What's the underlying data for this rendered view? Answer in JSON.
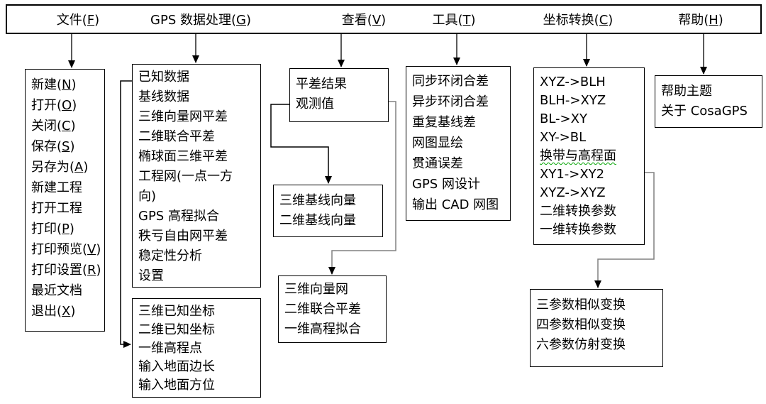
{
  "menubar": {
    "items": [
      {
        "pre": "文件(",
        "key": "F",
        "post": ")"
      },
      {
        "pre": "GPS 数据处理(",
        "key": "G",
        "post": ")"
      },
      {
        "pre": "查看(",
        "key": "V",
        "post": ")"
      },
      {
        "pre": "工具(",
        "key": "T",
        "post": ")"
      },
      {
        "pre": "坐标转换(",
        "key": "C",
        "post": ")"
      },
      {
        "pre": "帮助(",
        "key": "H",
        "post": ")"
      }
    ]
  },
  "boxes": {
    "file": {
      "items": [
        {
          "pre": "新建(",
          "key": "N",
          "post": ")"
        },
        {
          "pre": "打开(",
          "key": "O",
          "post": ")"
        },
        {
          "pre": "关闭(",
          "key": "C",
          "post": ")"
        },
        {
          "pre": "保存(",
          "key": "S",
          "post": ")"
        },
        {
          "pre": "另存为(",
          "key": "A",
          "post": ")"
        },
        {
          "text": "新建工程"
        },
        {
          "text": "打开工程"
        },
        {
          "pre": "打印(",
          "key": "P",
          "post": ")"
        },
        {
          "pre": "打印预览(",
          "key": "V",
          "post": ")"
        },
        {
          "pre": "打印设置(",
          "key": "R",
          "post": ")"
        },
        {
          "text": "最近文档"
        },
        {
          "pre": "退出(",
          "key": "X",
          "post": ")"
        }
      ]
    },
    "gps": {
      "items": [
        {
          "text": "已知数据"
        },
        {
          "text": "基线数据"
        },
        {
          "text": "三维向量网平差"
        },
        {
          "text": "二维联合平差"
        },
        {
          "text": "椭球面三维平差"
        },
        {
          "text": "工程网(一点一方"
        },
        {
          "text": "向)"
        },
        {
          "text": "GPS 高程拟合"
        },
        {
          "text": "秩亏自由网平差"
        },
        {
          "text": "稳定性分析"
        },
        {
          "text": "设置"
        }
      ]
    },
    "gps_sub": {
      "items": [
        {
          "text": "三维已知坐标"
        },
        {
          "text": "二维已知坐标"
        },
        {
          "text": "一维高程点"
        },
        {
          "text": "输入地面边长"
        },
        {
          "text": "输入地面方位"
        }
      ]
    },
    "view_results": {
      "items": [
        {
          "text": "平差结果"
        },
        {
          "text": "观测值"
        }
      ]
    },
    "view_baselines": {
      "items": [
        {
          "text": "三维基线向量"
        },
        {
          "text": "二维基线向量"
        }
      ]
    },
    "view_networks": {
      "items": [
        {
          "text": "三维向量网"
        },
        {
          "text": "二维联合平差"
        },
        {
          "text": "一维高程拟合"
        }
      ]
    },
    "tools": {
      "items": [
        {
          "text": "同步环闭合差"
        },
        {
          "text": "异步环闭合差"
        },
        {
          "text": "重复基线差"
        },
        {
          "text": "网图显绘"
        },
        {
          "text": "贯通误差"
        },
        {
          "text": "GPS 网设计"
        },
        {
          "text": "输出 CAD 网图"
        }
      ]
    },
    "coord": {
      "items": [
        {
          "text": "XYZ->BLH"
        },
        {
          "text": "BLH->XYZ"
        },
        {
          "text": "BL->XY"
        },
        {
          "text": "XY->BL"
        },
        {
          "text": "换带与高程面",
          "squiggle": true
        },
        {
          "text": "XY1->XY2"
        },
        {
          "text": "XYZ->XYZ"
        },
        {
          "text": "二维转换参数"
        },
        {
          "text": "一维转换参数"
        }
      ]
    },
    "coord_sub": {
      "items": [
        {
          "text": "三参数相似变换"
        },
        {
          "text": "四参数相似变换"
        },
        {
          "text": "六参数仿射变换"
        }
      ]
    },
    "help": {
      "items": [
        {
          "text": "帮助主题"
        },
        {
          "text": "关于 CosaGPS"
        }
      ]
    }
  },
  "colors": {
    "line_black": "#000000",
    "connector_gray": "#808080",
    "squiggle_green": "#00a300"
  }
}
